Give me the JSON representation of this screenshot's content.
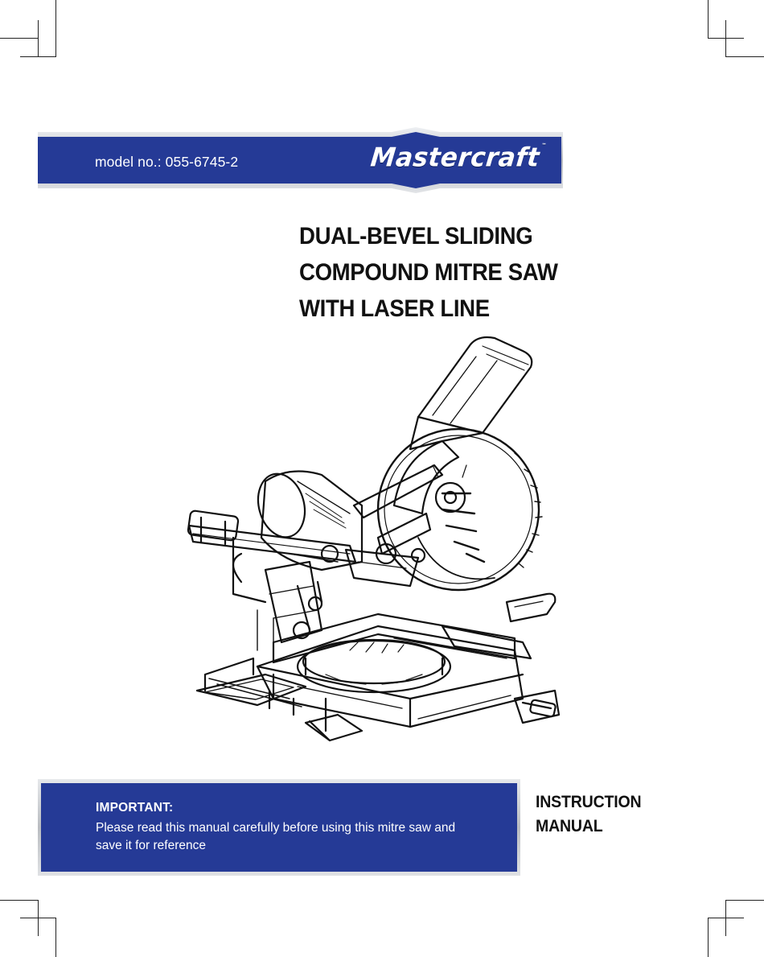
{
  "banner": {
    "model_text": "model no.: 055-6745-2",
    "brand": "Mastercraft",
    "trademark": "™",
    "colors": {
      "blue": "#253a96",
      "silver": "#c9cbd0"
    }
  },
  "product_title": {
    "lines": [
      "DUAL-BEVEL SLIDING",
      "COMPOUND MITRE SAW",
      "WITH LASER LINE"
    ]
  },
  "illustration": {
    "subject": "sliding-compound-mitre-saw-line-drawing"
  },
  "notice": {
    "heading": "IMPORTANT:",
    "lines": [
      "Please read this manual carefully before using this mitre saw and",
      "save it for reference"
    ]
  },
  "document_type": {
    "lines": [
      "INSTRUCTION",
      "MANUAL"
    ]
  }
}
